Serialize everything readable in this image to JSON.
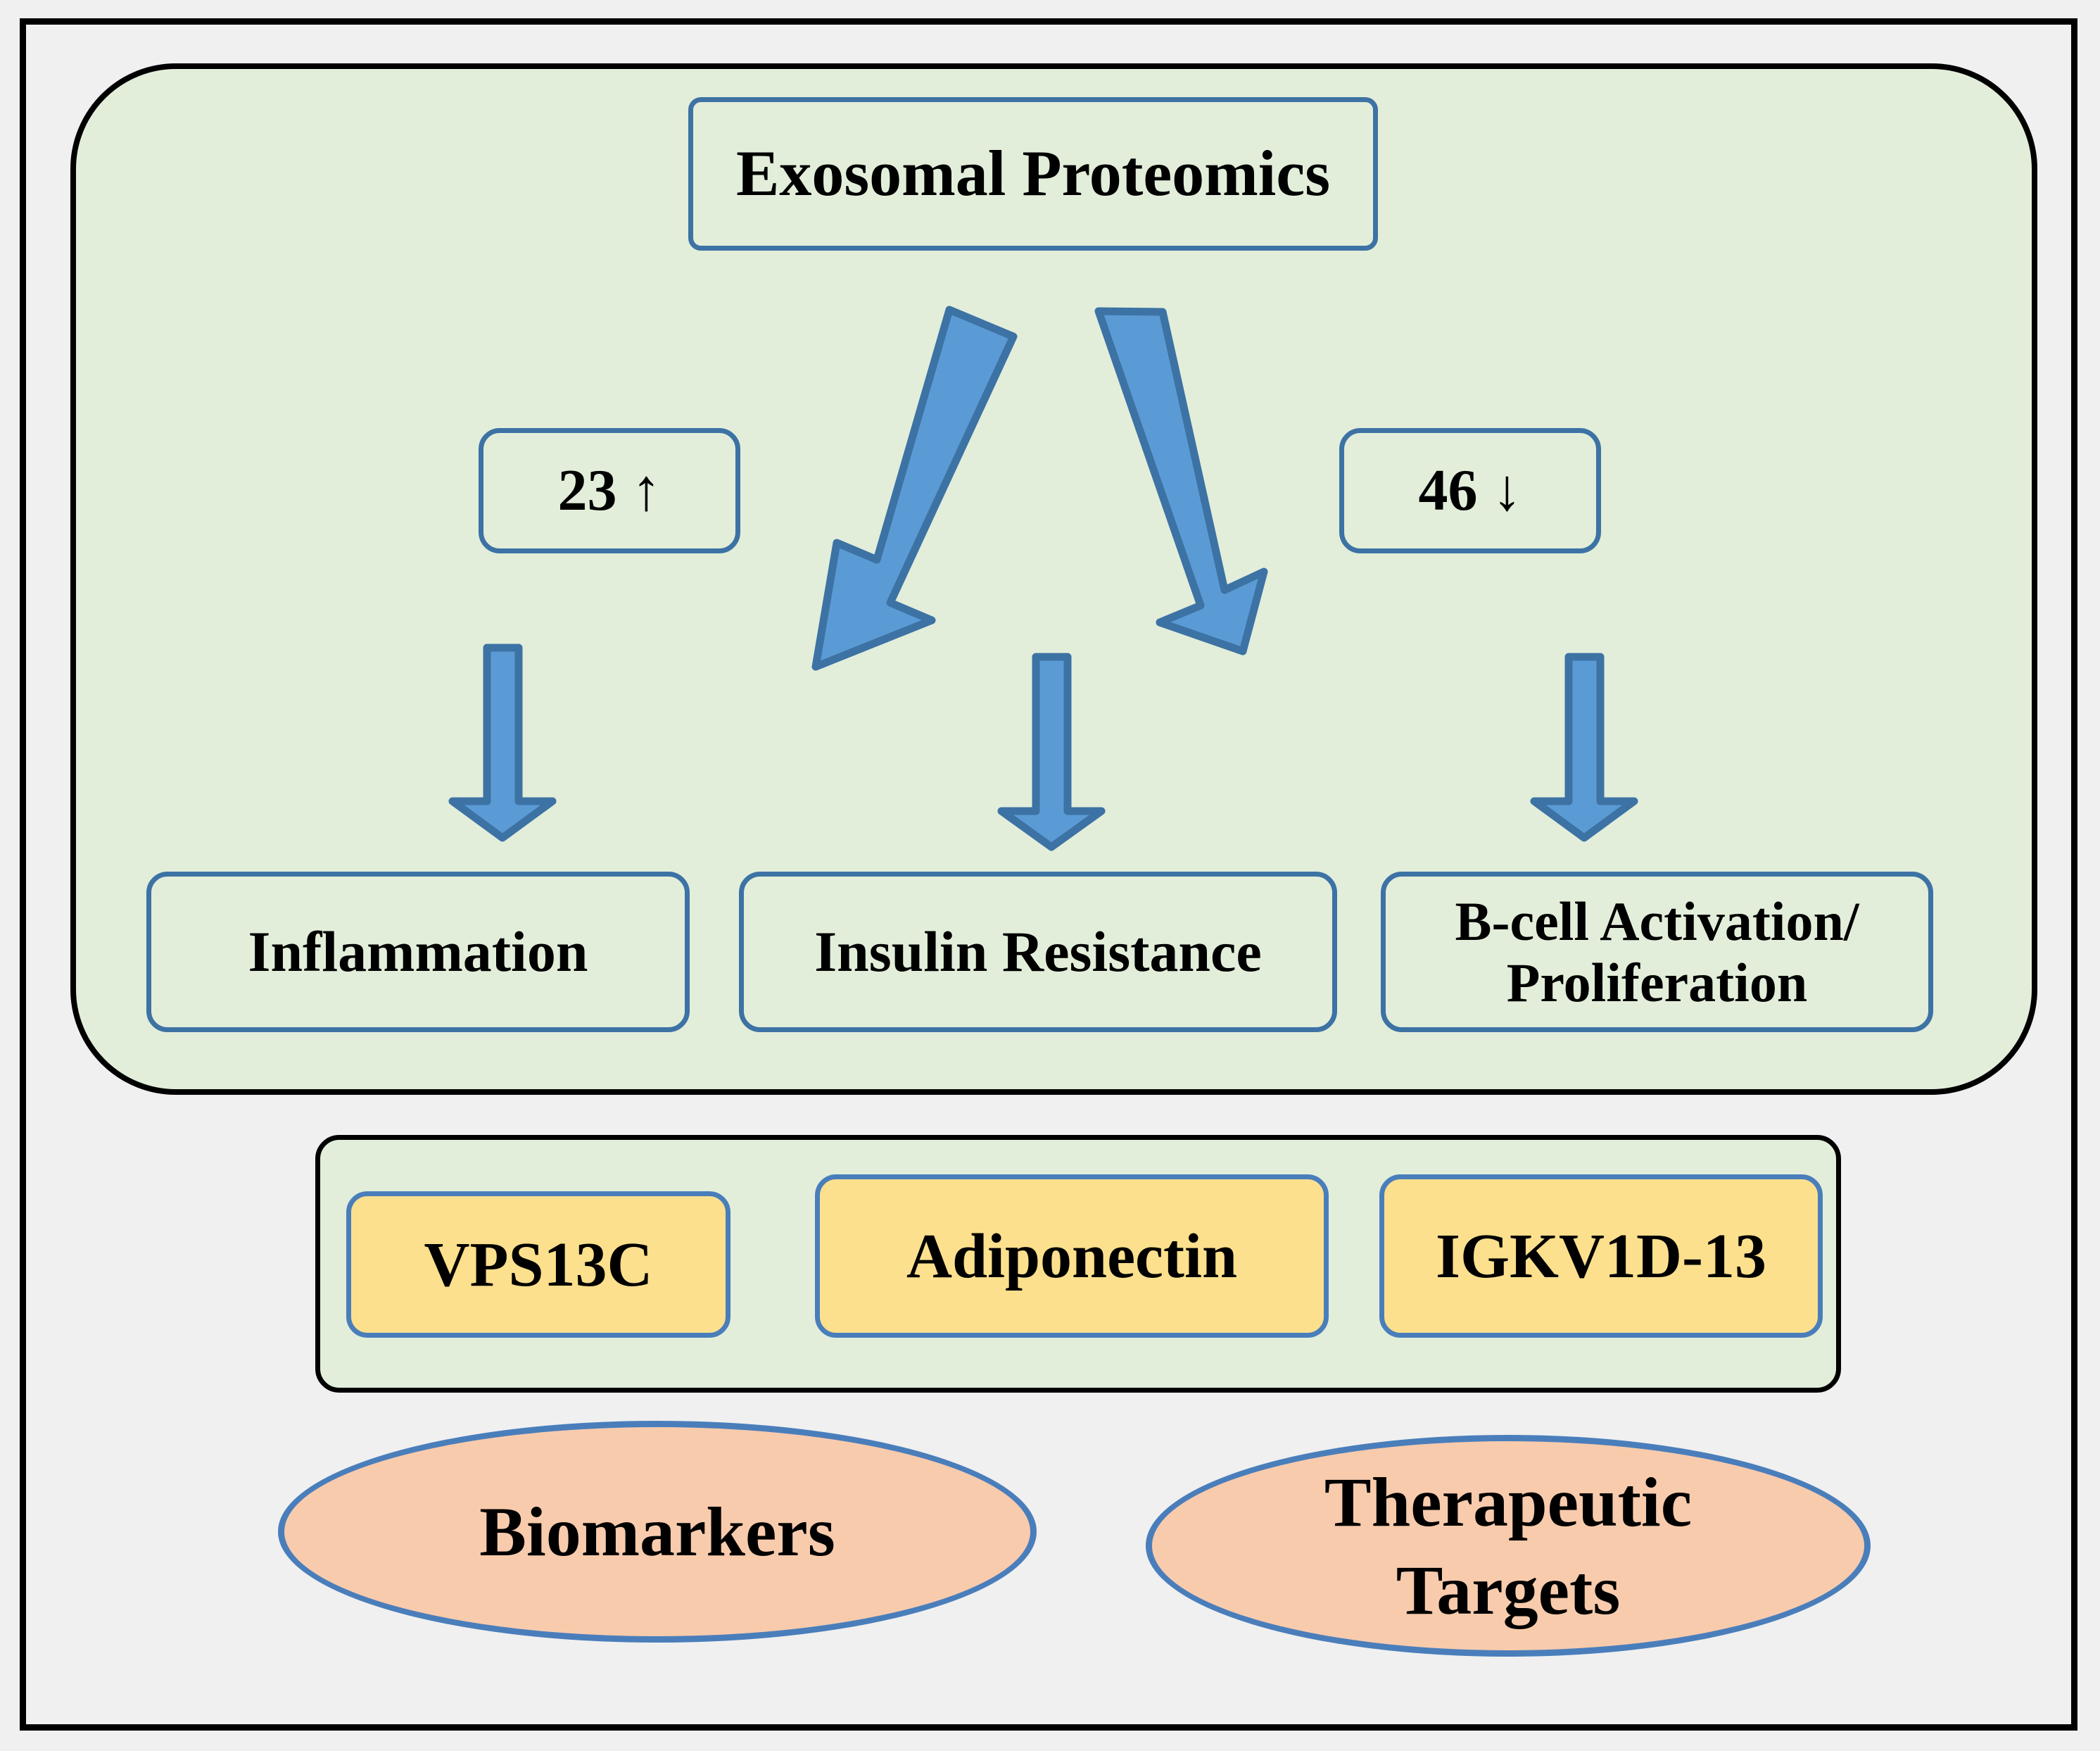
{
  "figure": {
    "title_box": {
      "label": "Exosomal Proteomics"
    },
    "counts": [
      {
        "name": "upregulated",
        "label": "23 ↑",
        "value": 23,
        "direction": "up",
        "arrow_glyph": "↑"
      },
      {
        "name": "downregulated",
        "label": "46 ↓",
        "value": 46,
        "direction": "down",
        "arrow_glyph": "↓"
      }
    ],
    "outcomes": [
      {
        "name": "inflammation",
        "label": "Inflammation"
      },
      {
        "name": "insulin-resistance",
        "label": "Insulin Resistance"
      },
      {
        "name": "b-cell-activation",
        "line1": "B-cell Activation/",
        "line2": "Proliferation"
      }
    ],
    "biomarker_chips": [
      {
        "name": "vps13c",
        "label": "VPS13C"
      },
      {
        "name": "adiponectin",
        "label": "Adiponectin"
      },
      {
        "name": "igkv1d-13",
        "label": "IGKV1D-13"
      }
    ],
    "conclusions": [
      {
        "name": "biomarkers",
        "line1": "Biomarkers",
        "line2": ""
      },
      {
        "name": "therapeutic-targets",
        "line1": "Therapeutic",
        "line2": "Targets"
      }
    ],
    "connectors": [
      {
        "name": "title-to-upregulated",
        "type": "block-arrow",
        "direction": "down-left"
      },
      {
        "name": "title-to-downregulated",
        "type": "block-arrow",
        "direction": "down-right"
      },
      {
        "name": "upregulated-to-inflammation",
        "type": "block-arrow",
        "direction": "down"
      },
      {
        "name": "center-to-insulin-resistance",
        "type": "block-arrow",
        "direction": "down"
      },
      {
        "name": "downregulated-to-b-cell",
        "type": "block-arrow",
        "direction": "down"
      }
    ],
    "colors": {
      "page_background": "#f0f0f0",
      "frame_border": "#000000",
      "panel_fill": "#e2eeda",
      "node_border": "#3d72a4",
      "arrow_fill": "#5b9bd5",
      "arrow_stroke": "#3d72a4",
      "chip_fill": "#fce08d",
      "chip_border": "#4a7ebb",
      "ellipse_fill": "#f8cbad",
      "ellipse_border": "#4a7ebb",
      "text": "#000000"
    }
  }
}
